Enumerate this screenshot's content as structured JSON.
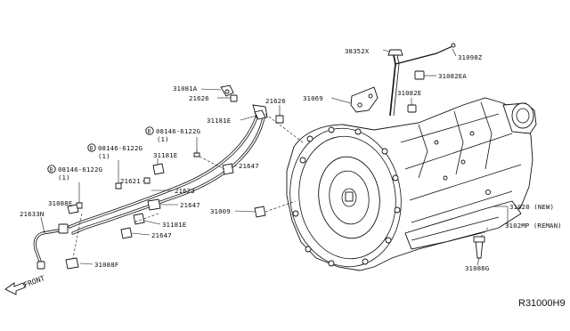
{
  "diagram": {
    "reference_code": "R31000H9",
    "front_label": "FRONT",
    "callouts": {
      "c38352X": "38352X",
      "c31098Z": "31098Z",
      "c31082EA": "31082EA",
      "c31069": "31069",
      "c31082E": "31082E",
      "c31081A": "31081A",
      "c21626a": "21626",
      "c21626b": "21626",
      "c31181Ea": "31181E",
      "c08146a": "08146-6122G",
      "c08146a_qty": "(1)",
      "c08146b": "08146-6122G",
      "c08146b_qty": "(1)",
      "c08146c": "08146-6122G",
      "c08146c_qty": "(1)",
      "c31181Eb": "31181E",
      "c21647a": "21647",
      "c21621": "21621",
      "c21623": "21623",
      "c31088F_a": "31088F",
      "c21647b": "21647",
      "c21633N": "21633N",
      "c31181Ec": "31181E",
      "c21647c": "21647",
      "c31088F_b": "31088F",
      "c31009": "31009",
      "c31020": "31020 (NEW)",
      "c3102MP": "3102MP (REMAN)",
      "c31086G": "31086G"
    },
    "bolt_marker": "B"
  }
}
